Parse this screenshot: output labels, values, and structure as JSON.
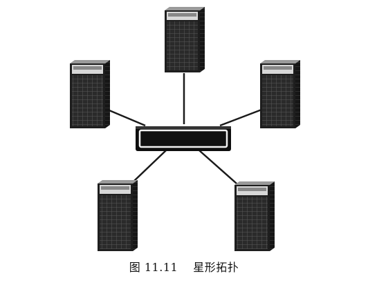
{
  "diagram": {
    "caption": {
      "figure_number": "图 11.11",
      "title": "星形拓扑"
    },
    "hub": {
      "label": ""
    },
    "nodes": [
      {
        "id": "top"
      },
      {
        "id": "upper-left"
      },
      {
        "id": "upper-right"
      },
      {
        "id": "lower-left"
      },
      {
        "id": "lower-right"
      }
    ],
    "links": [
      {
        "from": "hub",
        "to": "top"
      },
      {
        "from": "hub",
        "to": "upper-left"
      },
      {
        "from": "hub",
        "to": "upper-right"
      },
      {
        "from": "hub",
        "to": "lower-left"
      },
      {
        "from": "hub",
        "to": "lower-right"
      }
    ],
    "colors": {
      "line": "#1a1a1a",
      "server_body": "#1e1e1e",
      "server_face": "#4a4a4a",
      "hub_body": "#111111",
      "background": "#ffffff"
    }
  }
}
